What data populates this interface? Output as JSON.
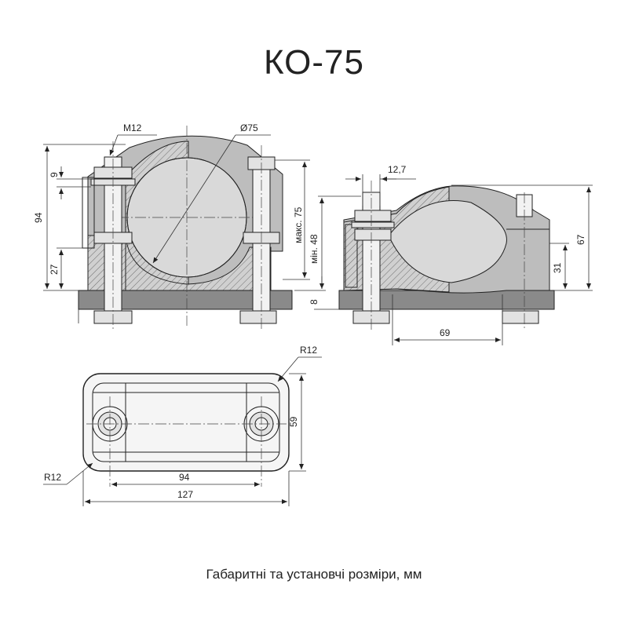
{
  "title": "КО-75",
  "caption": "Габаритні та установчі розміри, мм",
  "dimensions": {
    "thread": "М12",
    "pipe_diameter": "Ø75",
    "dim_9": "9",
    "dim_94_height": "94",
    "dim_27": "27",
    "max_75": "макс. 75",
    "min_48": "мін. 48",
    "dim_8": "8",
    "dim_12_7": "12,7",
    "dim_67": "67",
    "dim_31": "31",
    "dim_69": "69",
    "radius_top": "R12",
    "radius_bottom": "R12",
    "dim_59": "59",
    "dim_94_spacing": "94",
    "dim_127": "127"
  }
}
